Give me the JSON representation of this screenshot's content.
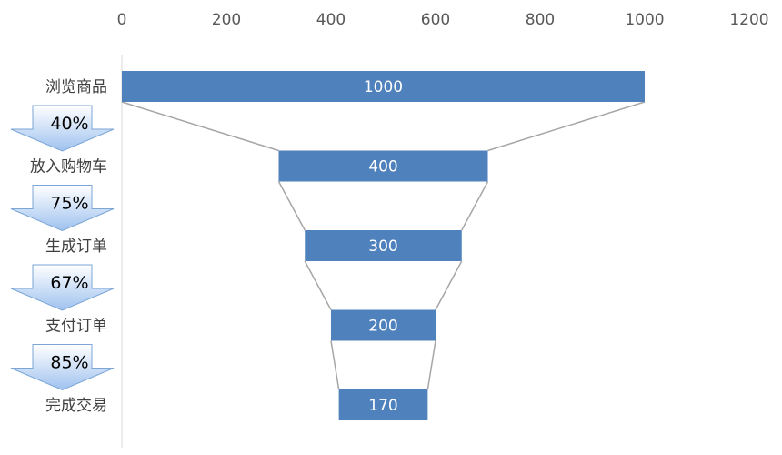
{
  "chart_data": {
    "type": "bar",
    "subtype": "funnel",
    "orientation": "horizontal",
    "categories": [
      "浏览商品",
      "放入购物车",
      "生成订单",
      "支付订单",
      "完成交易"
    ],
    "values": [
      1000,
      400,
      300,
      200,
      170
    ],
    "data_labels": [
      "1000",
      "400",
      "300",
      "200",
      "170"
    ],
    "conversion_rates": [
      "40%",
      "75%",
      "67%",
      "85%"
    ],
    "x_ticks": [
      "0",
      "200",
      "400",
      "600",
      "800",
      "1000",
      "1200"
    ],
    "xlim": [
      0,
      1200
    ],
    "axis_position": "top",
    "grid": false,
    "legend": "none",
    "title": "",
    "xlabel": "",
    "ylabel": ""
  },
  "colors": {
    "bar": "#4f81bd",
    "funnel_line": "#a6a6a6",
    "axis": "#d9d9d9",
    "arrow_top": "#ffffff",
    "arrow_bottom": "#9fc2ef",
    "arrow_stroke": "#7ba6d6"
  }
}
